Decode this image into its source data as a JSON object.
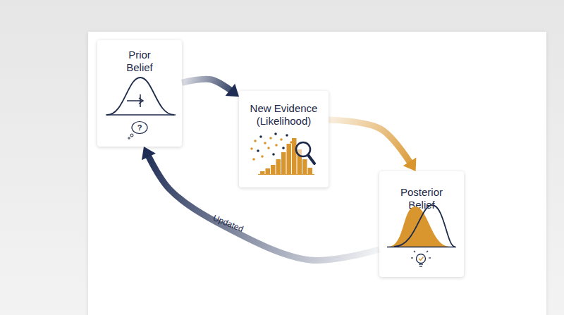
{
  "diagram": {
    "nodes": [
      {
        "text": [
          "Prior Belief"
        ]
      },
      {
        "text": [
          "New Evidence (Likelihood)"
        ]
      },
      {
        "text": [
          "Posterior Belief"
        ]
      }
    ],
    "edges": [
      {
        "from": 0,
        "to": 1,
        "arrow": "to"
      },
      {
        "from": 1,
        "to": 2,
        "arrow": "to"
      },
      {
        "from": 2,
        "to": 0,
        "arrow": "to",
        "label": "Updated"
      }
    ],
    "labels": [
      "?"
    ]
  }
}
